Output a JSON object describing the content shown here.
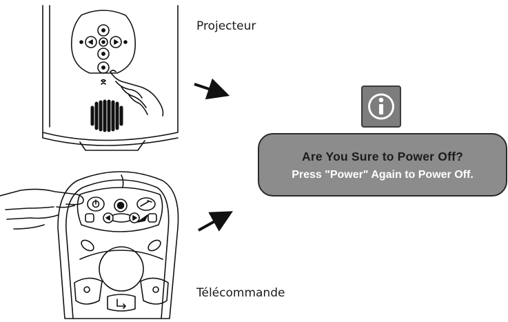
{
  "labels": {
    "projector": "Projecteur",
    "remote": "Télécommande"
  },
  "message": {
    "line1": "Are You Sure to Power Off?",
    "line2": "Press \"Power\" Again to Power Off."
  },
  "icons": {
    "info": "info-icon",
    "arrow_top": "arrow-icon",
    "arrow_bottom": "arrow-icon"
  },
  "colors": {
    "message_bg": "#8c8c8c",
    "message_border": "#2a2a2a",
    "info_bg": "#7d7d7d",
    "line_art": "#111111"
  }
}
